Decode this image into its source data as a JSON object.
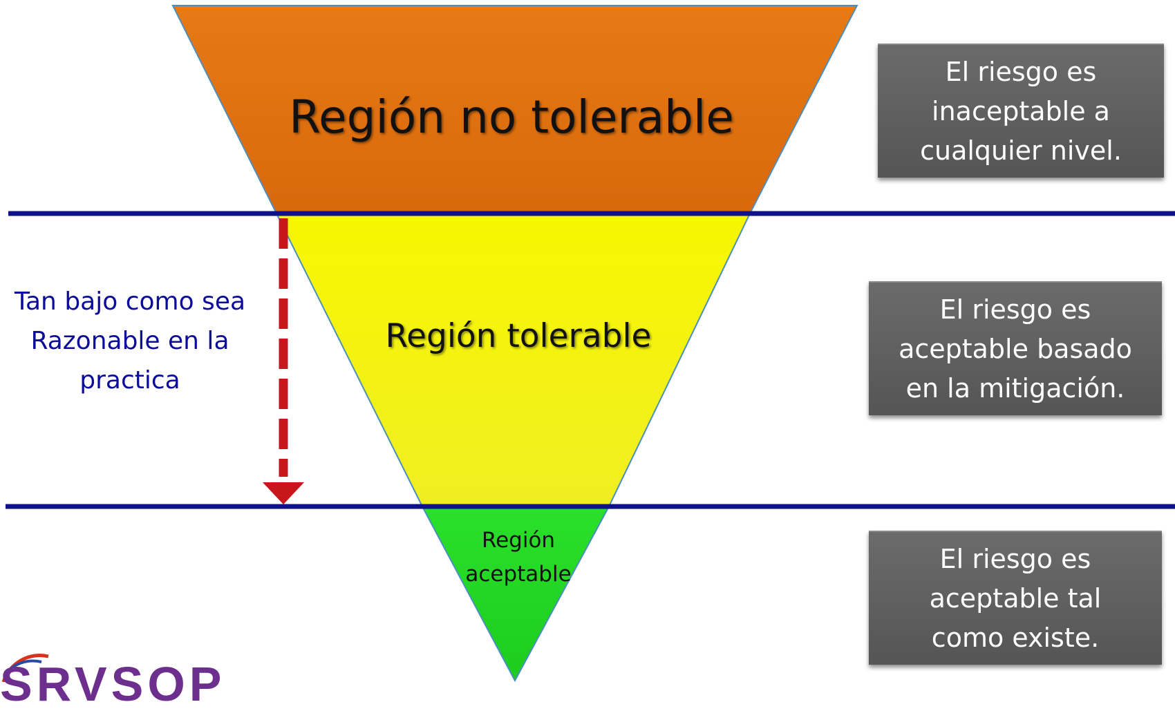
{
  "regions": {
    "top": "Región no tolerable",
    "middle": "Región tolerable",
    "bottom": "Región aceptable"
  },
  "side_note": "Tan bajo como sea Razonable en la practica",
  "boxes": [
    {
      "lines": [
        "El riesgo es",
        "inaceptable a",
        "cualquier nivel."
      ]
    },
    {
      "lines": [
        "El riesgo es",
        "aceptable basado",
        "en la mitigación."
      ]
    },
    {
      "lines": [
        "El riesgo es",
        "aceptable tal",
        "como existe."
      ]
    }
  ],
  "logo_text": "SRVSOP",
  "colors": {
    "non_tolerable": "#e0720f",
    "tolerable": "#f4f400",
    "acceptable": "#22e022",
    "divider": "#0e108c",
    "arrow": "#c8161d",
    "box": "#5f5f5f",
    "side_note_text": "#0b0b9c"
  }
}
